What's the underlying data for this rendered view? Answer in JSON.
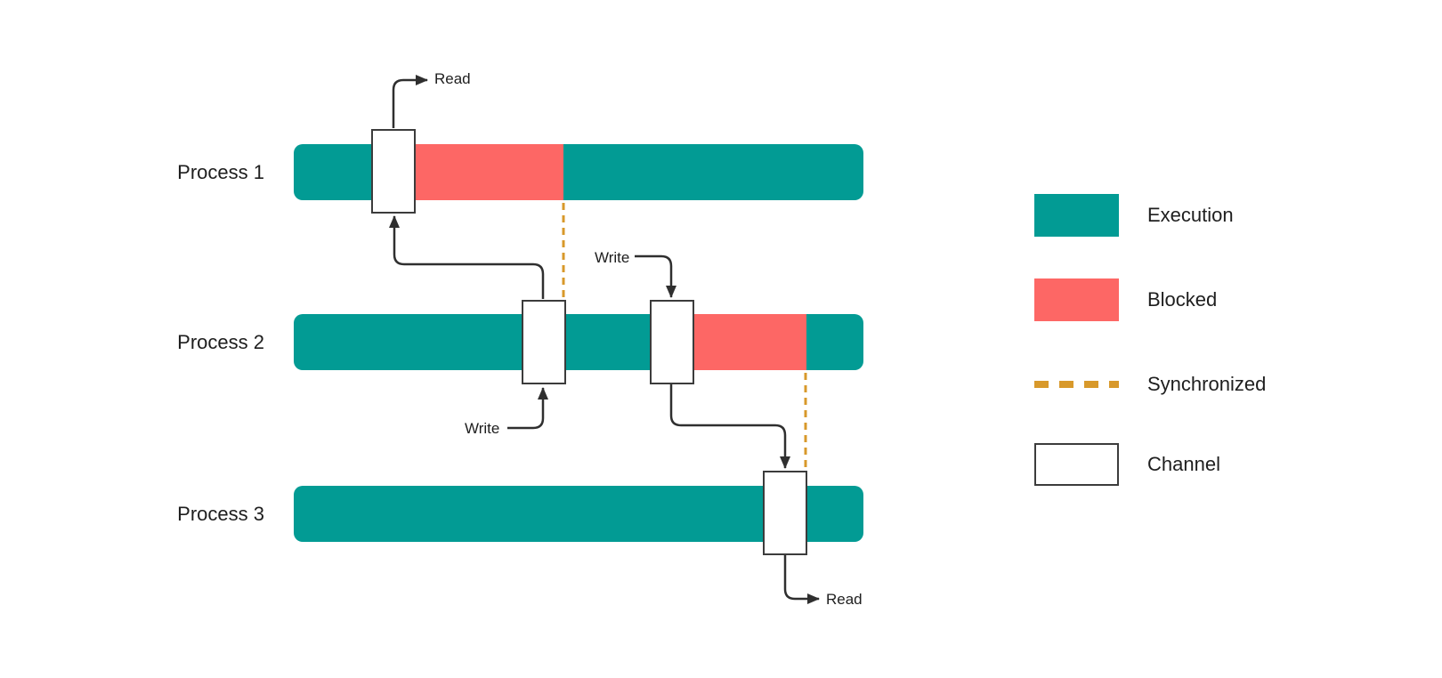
{
  "colors": {
    "execution": "#029B94",
    "blocked": "#FD6765",
    "synchronized": "#D8992B",
    "channel_fill": "#FFFFFF",
    "channel_border": "#3C3C3C",
    "line": "#2F2F2F",
    "text": "#1E1E1E",
    "background": "#FFFFFF"
  },
  "processes": [
    {
      "label": "Process 1"
    },
    {
      "label": "Process 2"
    },
    {
      "label": "Process 3"
    }
  ],
  "labels": {
    "read_p1": "Read",
    "write_p2_right": "Write",
    "write_p2_left": "Write",
    "read_p3": "Read"
  },
  "legend": {
    "execution": "Execution",
    "blocked": "Blocked",
    "synchronized": "Synchronized",
    "channel": "Channel"
  }
}
